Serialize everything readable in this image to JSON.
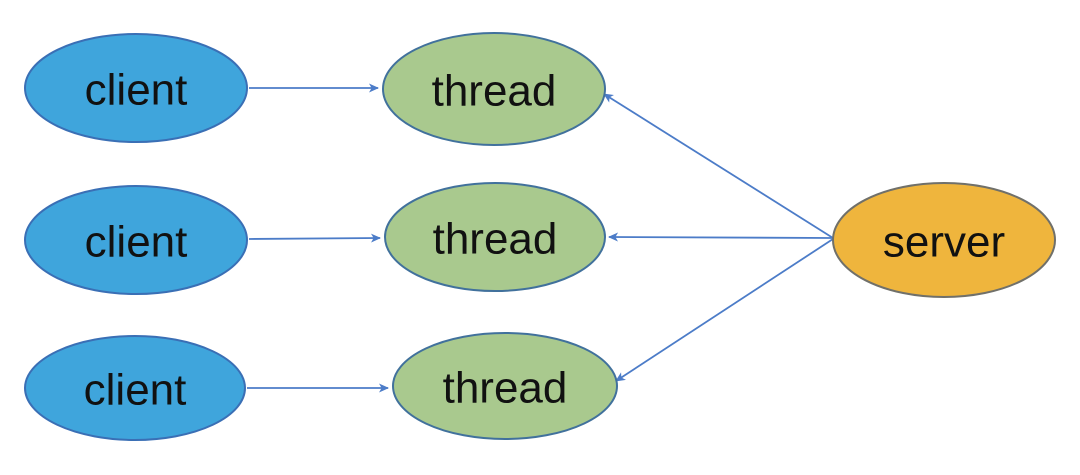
{
  "diagram": {
    "title": "clients-threads-server-diagram",
    "nodes": {
      "clients": [
        {
          "id": "client-1",
          "label": "client"
        },
        {
          "id": "client-2",
          "label": "client"
        },
        {
          "id": "client-3",
          "label": "client"
        }
      ],
      "threads": [
        {
          "id": "thread-1",
          "label": "thread"
        },
        {
          "id": "thread-2",
          "label": "thread"
        },
        {
          "id": "thread-3",
          "label": "thread"
        }
      ],
      "server": {
        "id": "server",
        "label": "server"
      }
    },
    "arrows": [
      {
        "from": "client-1",
        "to": "thread-1"
      },
      {
        "from": "client-2",
        "to": "thread-2"
      },
      {
        "from": "client-3",
        "to": "thread-3"
      },
      {
        "from": "server",
        "to": "thread-1"
      },
      {
        "from": "server",
        "to": "thread-2"
      },
      {
        "from": "server",
        "to": "thread-3"
      }
    ]
  },
  "colors": {
    "background": "#ffffff",
    "client_fill": "#3fa5dc",
    "client_border": "#3a6fb5",
    "thread_fill": "#a9c98e",
    "thread_border": "#41719c",
    "server_fill": "#efb53d",
    "server_border": "#70706a",
    "arrow": "#4c7cc8",
    "text": "#111111"
  }
}
